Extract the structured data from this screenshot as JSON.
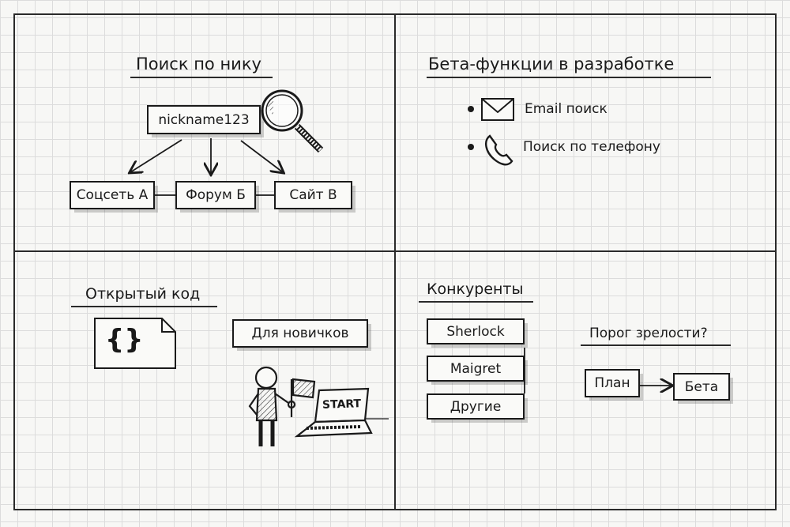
{
  "panels": {
    "nick_search": {
      "title": "Поиск по нику",
      "query": "nickname123",
      "targets": [
        "Соцсеть А",
        "Форум Б",
        "Сайт В"
      ]
    },
    "beta": {
      "title": "Бета-функции в разработке",
      "items": [
        {
          "icon": "envelope-icon",
          "label": "Email поиск"
        },
        {
          "icon": "phone-icon",
          "label": "Поиск по телефону"
        }
      ]
    },
    "open_source": {
      "title": "Открытый код",
      "file_glyph": "{}",
      "beginners_label": "Для новичков",
      "laptop_screen": "START"
    },
    "competitors": {
      "title": "Конкуренты",
      "items": [
        "Sherlock",
        "Maigret",
        "Другие"
      ],
      "maturity_question": "Порог зрелости?",
      "stages": [
        "План",
        "Бета"
      ]
    }
  }
}
